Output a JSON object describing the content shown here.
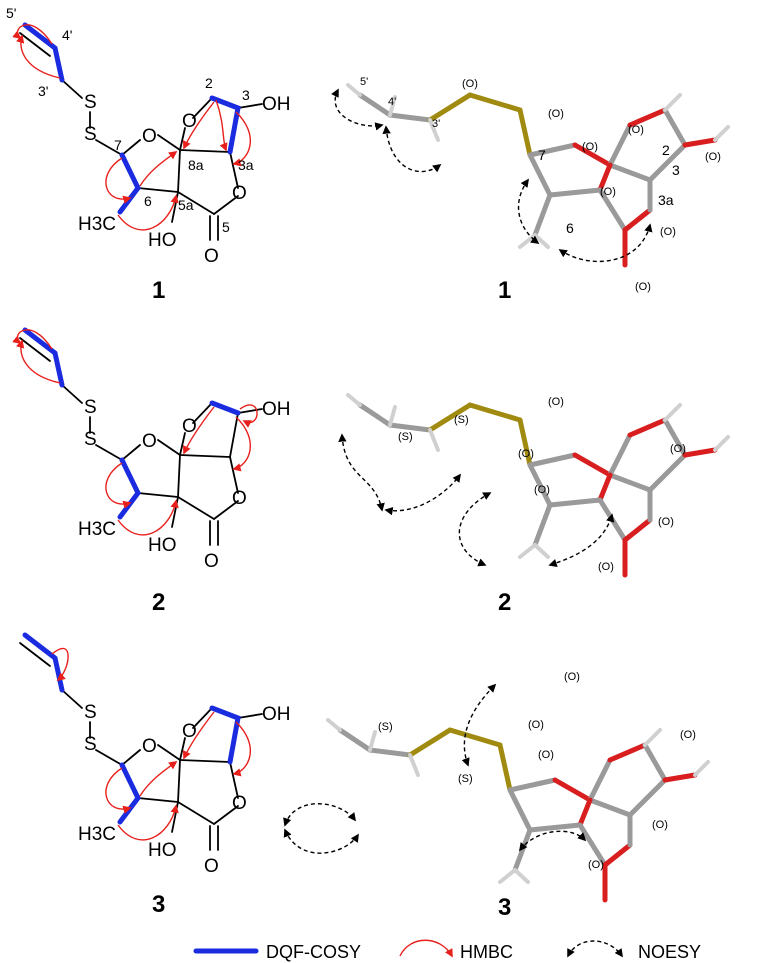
{
  "figure": {
    "compounds": [
      {
        "id": "1",
        "label_2d": "1",
        "label_3d": "1",
        "atoms_2d": [
          "S",
          "S",
          "O",
          "O",
          "OH",
          "O",
          "HO",
          "O",
          "H3C"
        ],
        "numbering": [
          "5'",
          "4'",
          "3'",
          "2",
          "3",
          "7",
          "8a",
          "3a",
          "6",
          "5a",
          "5"
        ],
        "labels_3d": [
          "5'",
          "4'",
          "3'",
          "(O)",
          "(O)",
          "(O)",
          "(O)",
          "(O)",
          "(O)",
          "(O)",
          "(O)",
          "7",
          "2",
          "3",
          "6",
          "3a"
        ]
      },
      {
        "id": "2",
        "label_2d": "2",
        "label_3d": "2",
        "atoms_2d": [
          "S",
          "S",
          "O",
          "O",
          "OH",
          "O",
          "HO",
          "O",
          "H3C"
        ],
        "labels_3d": [
          "(S)",
          "(S)",
          "(O)",
          "(O)",
          "(O)",
          "(O)",
          "(O)",
          "(O)"
        ]
      },
      {
        "id": "3",
        "label_2d": "3",
        "label_3d": "3",
        "atoms_2d": [
          "S",
          "S",
          "O",
          "O",
          "OH",
          "O",
          "HO",
          "O",
          "H3C"
        ],
        "labels_3d": [
          "(S)",
          "(S)",
          "(O)",
          "(O)",
          "(O)",
          "(O)",
          "(O)",
          "(O)"
        ]
      }
    ],
    "legend": [
      {
        "label": "DQF-COSY",
        "color": "#1a2be0",
        "style": "solid-thick"
      },
      {
        "label": "HMBC",
        "color": "#e8201c",
        "style": "curved-arrow"
      },
      {
        "label": "NOESY",
        "color": "#000000",
        "style": "dashed-double-arrow"
      }
    ]
  }
}
